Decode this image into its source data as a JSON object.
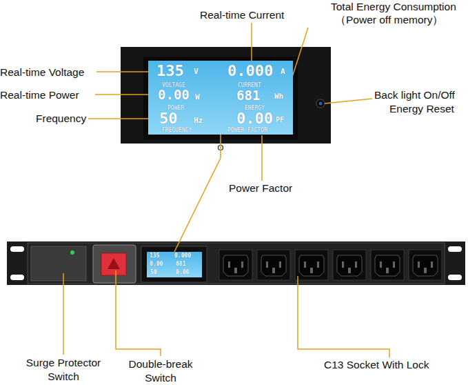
{
  "diagram": {
    "nodes": [
      {
        "text": [
          "135",
          "V",
          "VOLTAGE",
          "0.000",
          "A",
          "CURRENT",
          "0.00",
          "W",
          "POWER",
          "681",
          "Wh",
          "ENERGY",
          "50",
          "Hz",
          "FREQUENCY",
          "0.00",
          "PF",
          "POWER FACTOR"
        ]
      },
      {
        "text": [
          "135",
          "0.000",
          "0.00",
          "681",
          "50",
          "0.00"
        ]
      }
    ],
    "edges": [
      {
        "from": 0,
        "to": 1,
        "arrow": "none"
      }
    ],
    "labels": [
      "Real-time Current",
      "Total Energy Consumption",
      "（Power off memory）",
      "Real-time Voltage",
      "Real-time Power",
      "Frequency",
      "Back light On/Off",
      "Energy Reset",
      "Power Factor",
      "Surge Protector Switch",
      "Double-break Switch",
      "C13 Socket With Lock"
    ]
  }
}
